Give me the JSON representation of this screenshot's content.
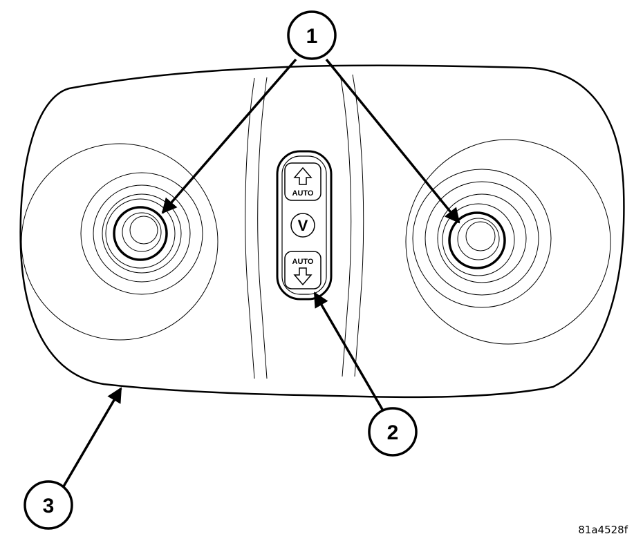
{
  "callouts": {
    "c1": "1",
    "c2": "2",
    "c3": "3"
  },
  "switch": {
    "up_label": "AUTO",
    "v_label": "V",
    "down_label": "AUTO",
    "up_icon": "arrow-up-icon",
    "down_icon": "arrow-down-icon"
  },
  "figure_id": "81a4528f"
}
